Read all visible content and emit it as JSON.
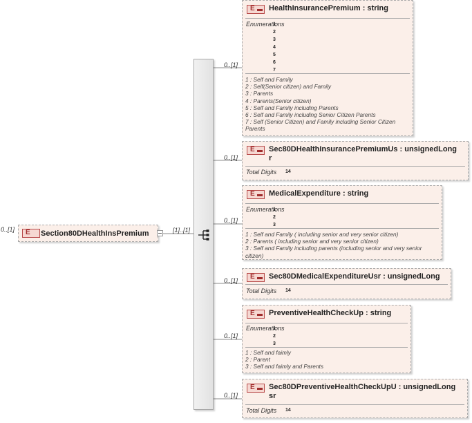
{
  "root": {
    "occurrence": "0..[1]",
    "name": "Section80DHealthInsPremium",
    "badge": "E"
  },
  "sequence": {
    "occurrence": "[1]..[1]",
    "icon": "sequence-compositor-icon"
  },
  "labels": {
    "enumerations": "Enumerations",
    "total_digits": "Total Digits"
  },
  "children": [
    {
      "occurrence": "0..[1]",
      "badge": "E",
      "title": "HealthInsurancePremium : string",
      "enumerations": [
        "1",
        "2",
        "3",
        "4",
        "5",
        "6",
        "7"
      ],
      "documentation": [
        "1 : Self and Family",
        "2 : Self(Senior citizen) and Family",
        "3 : Parents",
        "4 : Parents(Senior citizen)",
        "5 : Self and Family including Parents",
        "6 : Self and Family including Senior Citizen Parents",
        "7 : Self (Senior Citizen) and Family including Senior Citizen",
        "Parents"
      ]
    },
    {
      "occurrence": "0..[1]",
      "badge": "E",
      "title_lines": [
        "Sec80DHealthInsurancePremiumUs : unsignedLong",
        "r"
      ],
      "total_digits": "14"
    },
    {
      "occurrence": "0..[1]",
      "badge": "E",
      "title": "MedicalExpenditure : string",
      "enumerations": [
        "1",
        "2",
        "3"
      ],
      "documentation": [
        "1 : Self and Family ( including senior and very senior citizen)",
        "2 : Parents ( including senior and very senior citizen)",
        "3 : Self and Family including parents (including senior and very senior",
        "citizen)"
      ]
    },
    {
      "occurrence": "0..[1]",
      "badge": "E",
      "title": "Sec80DMedicalExpenditureUsr : unsignedLong",
      "total_digits": "14"
    },
    {
      "occurrence": "0..[1]",
      "badge": "E",
      "title": "PreventiveHealthCheckUp : string",
      "enumerations": [
        "1",
        "2",
        "3"
      ],
      "documentation": [
        "1 : Self and faimly",
        "2 : Parent",
        "3 : Self and faimly and Parents"
      ]
    },
    {
      "occurrence": "0..[1]",
      "badge": "E",
      "title_lines": [
        "Sec80DPreventiveHealthCheckUpU : unsignedLong",
        "sr"
      ],
      "total_digits": "14"
    }
  ],
  "colors": {
    "card_bg": "#fbefe9",
    "badge_border": "#b84a4a",
    "badge_text": "#a02c2c",
    "wire": "#888888"
  }
}
